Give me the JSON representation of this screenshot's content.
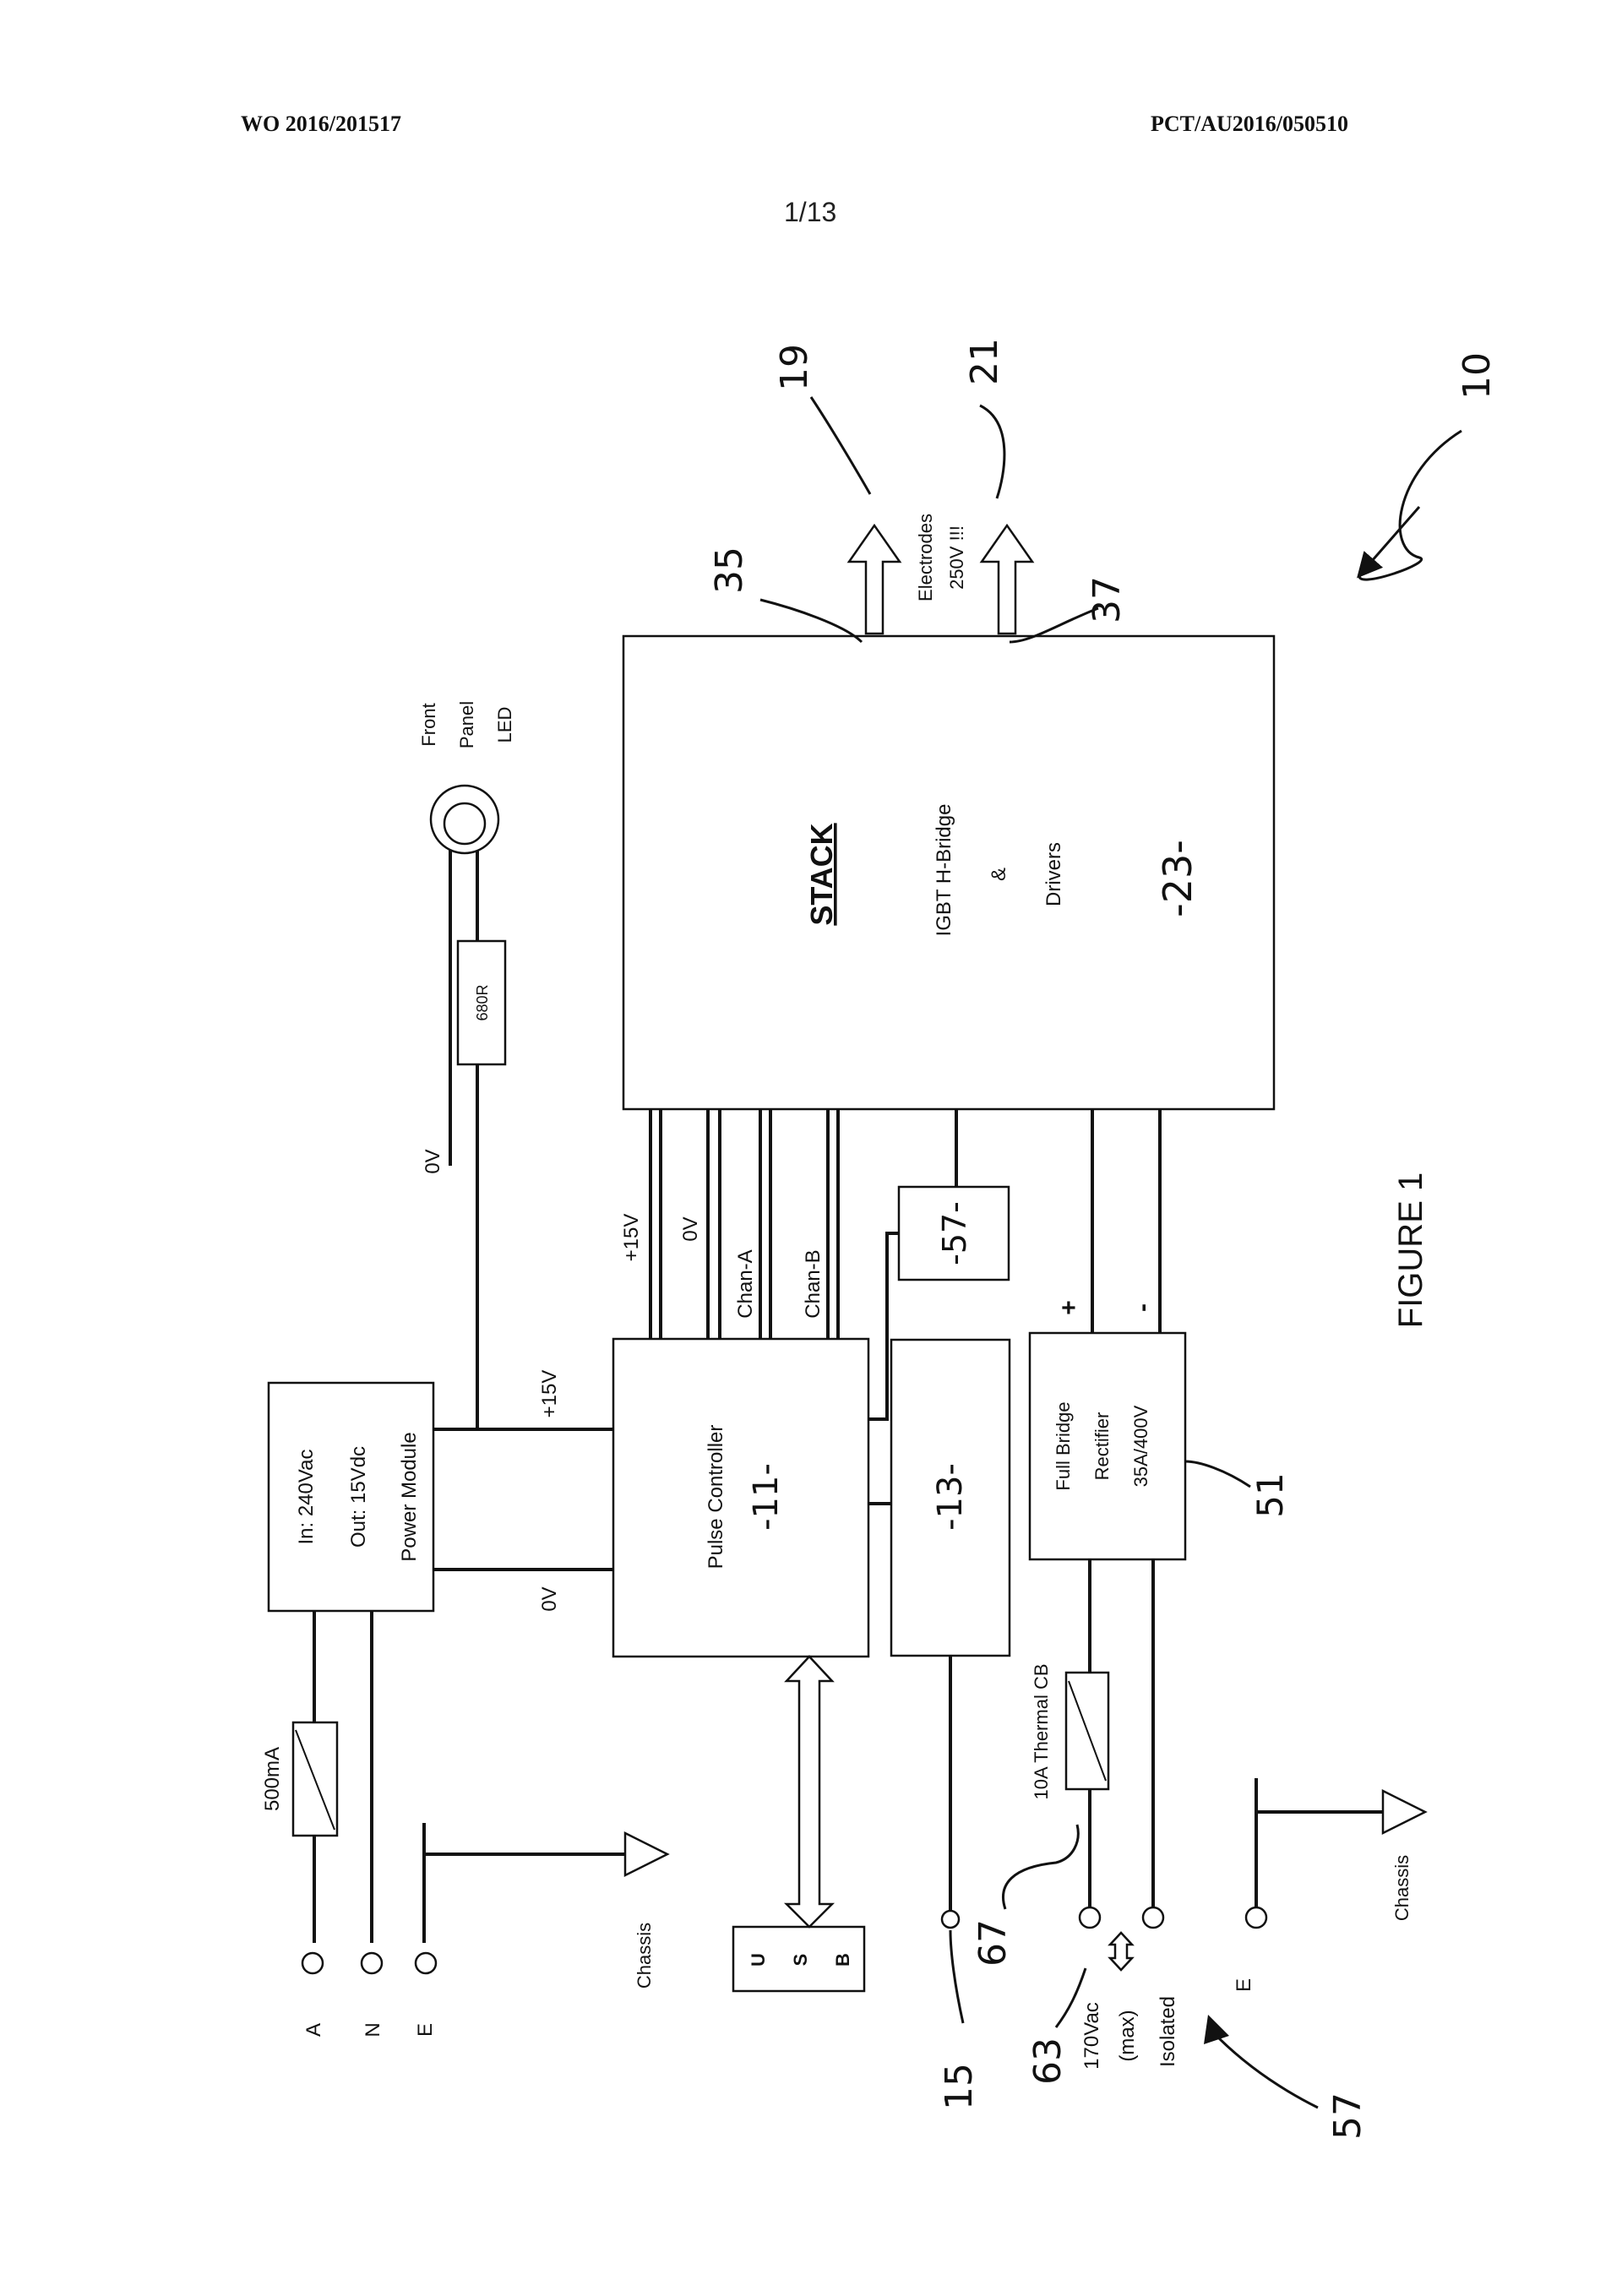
{
  "header": {
    "publication_number": "WO 2016/201517",
    "application_number": "PCT/AU2016/050510",
    "sheet": "1/13"
  },
  "figure": {
    "caption": "FIGURE 1",
    "reference_numerals": [
      "10",
      "19",
      "21",
      "35",
      "37",
      "-11-",
      "-13-",
      "-23-",
      "51",
      "-57-",
      "57",
      "15",
      "63",
      "67"
    ],
    "blocks": {
      "stack": {
        "title": "STACK",
        "line1": "IGBT H-Bridge",
        "line2": "&",
        "line3": "Drivers",
        "ref": "-23-"
      },
      "pulse_controller": {
        "label": "Pulse Controller",
        "ref": "-11-"
      },
      "block_13": {
        "ref": "-13-"
      },
      "block_57": {
        "ref": "-57-"
      },
      "power_module": {
        "line1": "In:  240Vac",
        "line2": "Out: 15Vdc",
        "line3": "Power Module"
      },
      "rectifier": {
        "line1": "Full Bridge",
        "line2": "Rectifier",
        "line3": "35A/400V",
        "ref": "51"
      },
      "usb": {
        "letters": [
          "U",
          "S",
          "B"
        ]
      },
      "resistor": {
        "label": "680R"
      },
      "fuse": {
        "label": "500mA"
      },
      "thermal_cb": {
        "label": "10A Thermal CB"
      }
    },
    "labels": {
      "electrodes": "Electrodes",
      "electrodes_voltage": "250V !!!",
      "front_panel_led": [
        "Front",
        "Panel",
        "LED"
      ],
      "zero_v": "0V",
      "plus_15v": "+15V",
      "chan_a": "Chan-A",
      "chan_b": "Chan-B",
      "plus": "+",
      "minus": "-",
      "terminals_input": [
        "A",
        "N",
        "E"
      ],
      "chassis": "Chassis",
      "output_terminal_e": "E",
      "isolated_supply": [
        "170Vac",
        "(max)",
        "Isolated"
      ]
    }
  }
}
